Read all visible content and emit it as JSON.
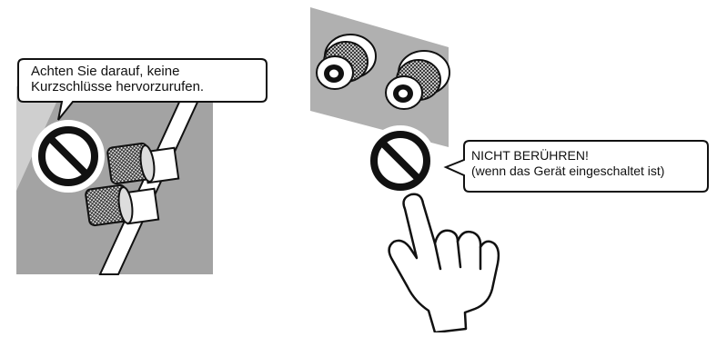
{
  "left_panel": {
    "warning_line1": "Achten Sie darauf, keine",
    "warning_line2": "Kurzschlüsse hervorzurufen."
  },
  "right_panel": {
    "warning_line1": "NICHT BERÜHREN!",
    "warning_line2": "(wenn das Gerät eingeschaltet ist)"
  },
  "icons": [
    "prohibition-icon",
    "speaker-terminal-icon",
    "rca-jack-icon",
    "pointing-hand-icon"
  ],
  "colors": {
    "panel_gray": "#a8a8a8",
    "panel_light": "#c9c9c9",
    "stroke": "#111111"
  }
}
